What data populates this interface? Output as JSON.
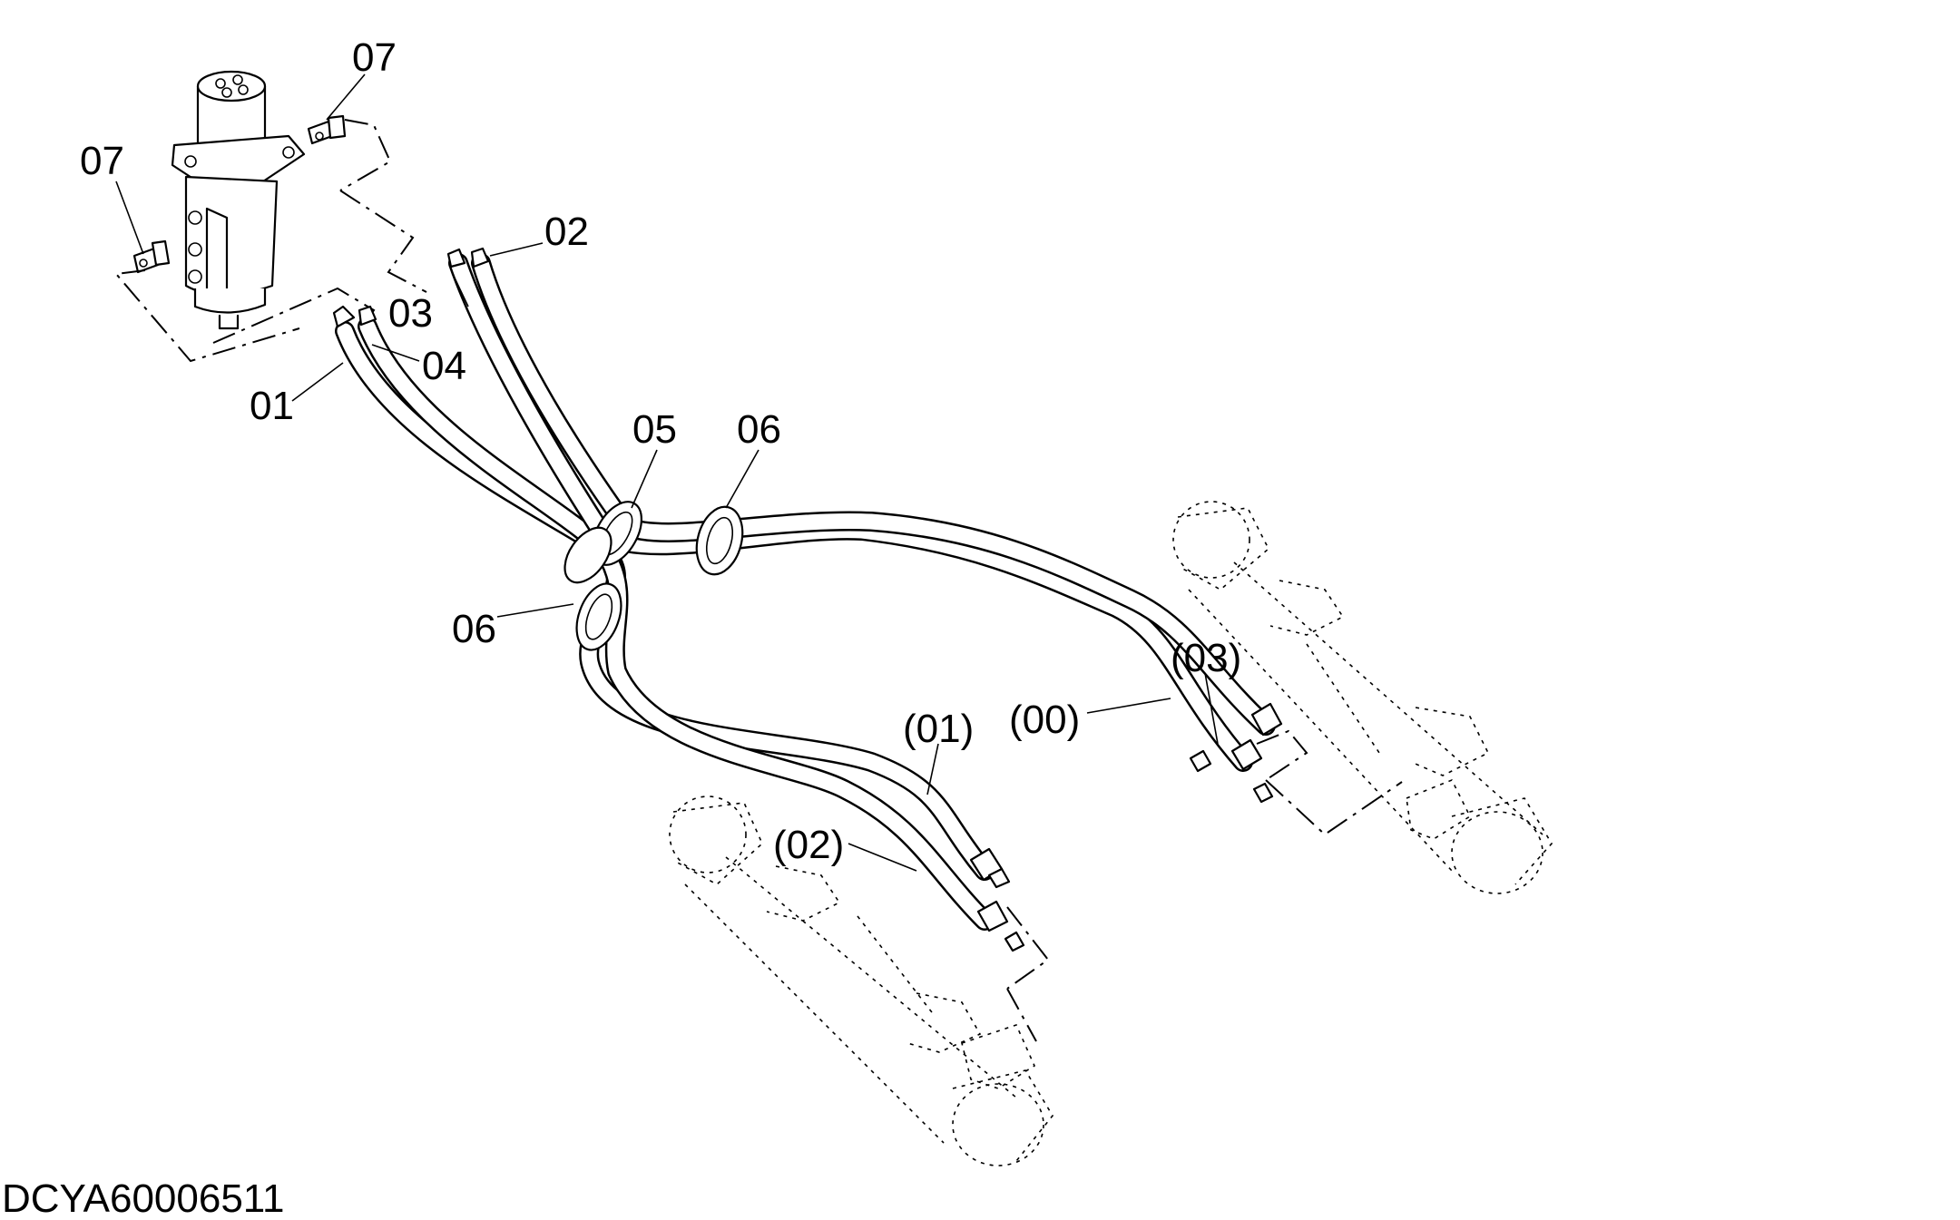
{
  "drawing_code": "DCYA60006511",
  "callouts": [
    {
      "id": "07a",
      "text": "07"
    },
    {
      "id": "07b",
      "text": "07"
    },
    {
      "id": "02",
      "text": "02"
    },
    {
      "id": "03",
      "text": "03"
    },
    {
      "id": "04",
      "text": "04"
    },
    {
      "id": "01",
      "text": "01"
    },
    {
      "id": "05",
      "text": "05"
    },
    {
      "id": "06a",
      "text": "06"
    },
    {
      "id": "06b",
      "text": "06"
    },
    {
      "id": "p03",
      "text": "(03)"
    },
    {
      "id": "p00",
      "text": "(00)"
    },
    {
      "id": "p01",
      "text": "(01)"
    },
    {
      "id": "p02",
      "text": "(02)"
    }
  ]
}
